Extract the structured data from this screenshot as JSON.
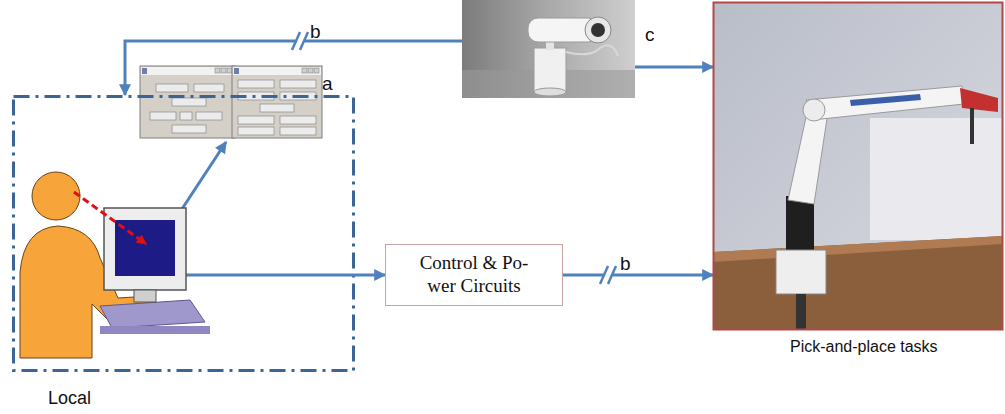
{
  "diagram": {
    "nodes": [
      {
        "text": [
          "Local"
        ]
      },
      {
        "text": [
          "c"
        ]
      },
      {
        "text": [
          "Control & Po- wer Circuits"
        ]
      },
      {
        "text": [
          "Pick-and-place tasks"
        ]
      }
    ],
    "edges": [
      {
        "from": 1,
        "to": 0,
        "arrow": "to",
        "label": "b"
      },
      {
        "from": 1,
        "to": 3,
        "arrow": "to"
      },
      {
        "from": 0,
        "to": 2,
        "arrow": "to"
      },
      {
        "from": 2,
        "to": 3,
        "arrow": "to",
        "label": "b"
      }
    ],
    "labels": [
      "a"
    ]
  }
}
